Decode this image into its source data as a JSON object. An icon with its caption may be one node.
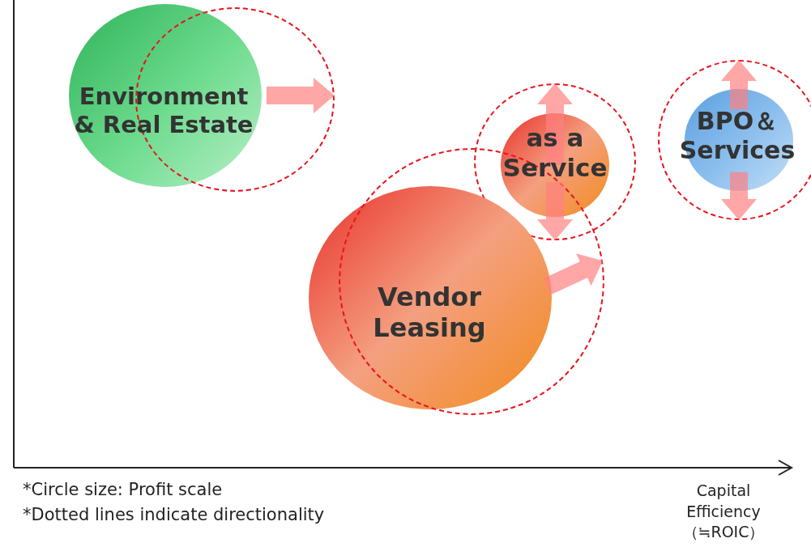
{
  "diagram": {
    "nodes": [
      {
        "text": [
          "Environment & Real Estate"
        ]
      },
      {
        "text": [],
        "shape": "circle"
      },
      {
        "text": [],
        "shape": "circle"
      },
      {
        "text": [
          "as a Service"
        ],
        "in": 2
      },
      {
        "text": [],
        "shape": "circle"
      },
      {
        "text": [
          "BPO＆ Services"
        ],
        "in": 4
      },
      {
        "text": [
          "Vendor Leasing"
        ]
      },
      {
        "text": [],
        "shape": "circle"
      }
    ],
    "edges": [
      {
        "from": 0,
        "to": 1,
        "arrow": "to"
      },
      {
        "from": 3,
        "to": 2,
        "arrow": "to"
      },
      {
        "from": 3,
        "to": 2,
        "arrow": "to"
      },
      {
        "from": 5,
        "to": 4,
        "arrow": "to"
      },
      {
        "from": 5,
        "to": 4,
        "arrow": "to"
      },
      {
        "from": 6,
        "to": 7,
        "arrow": "to"
      }
    ],
    "labels": [
      "*Circle size: Profit scale",
      "*Dotted lines indicate directionality",
      "Capital Efficiency （≒ROIC）"
    ]
  }
}
